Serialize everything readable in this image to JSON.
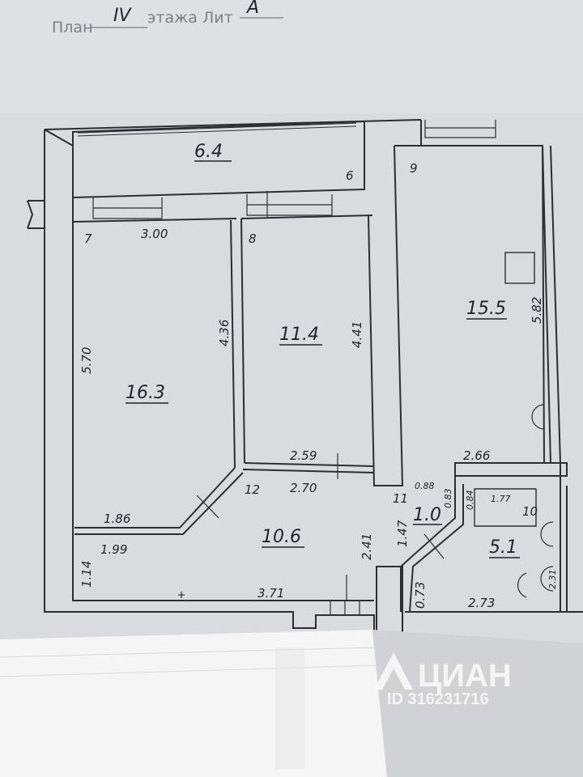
{
  "header": {
    "plan_word": "План",
    "floor_value": "IV",
    "floor_word": "этажа Лит",
    "lit_value": "А"
  },
  "rooms": [
    {
      "number": "6",
      "area": "6.4"
    },
    {
      "number": "7",
      "area": "16.3"
    },
    {
      "number": "8",
      "area": "11.4"
    },
    {
      "number": "9",
      "area": "15.5"
    },
    {
      "number": "10",
      "area": "5.1"
    },
    {
      "number": "11",
      "area": "1.0"
    },
    {
      "number": "12",
      "area": "10.6"
    }
  ],
  "dimensions": [
    "3.00",
    "5.70",
    "4.36",
    "4.41",
    "5.82",
    "2.59",
    "2.70",
    "2.66",
    "1.86",
    "1.99",
    "1.14",
    "3.71",
    "2.41",
    "1.47",
    "0.88",
    "0.83",
    "0.84",
    "1.77",
    "0.73",
    "2.73",
    "2.31"
  ],
  "watermark": {
    "brand": "ЦИАН",
    "id": "ID 316231716"
  }
}
